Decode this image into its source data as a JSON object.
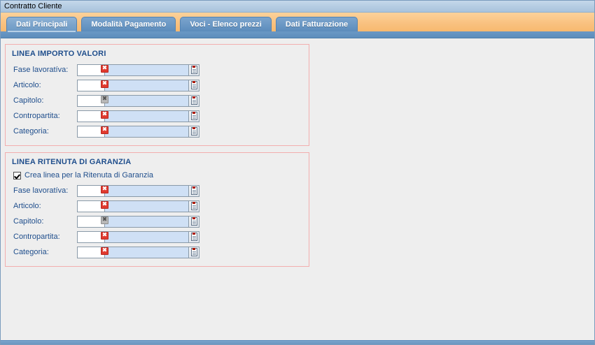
{
  "window": {
    "title": "Contratto Cliente"
  },
  "tabs": [
    {
      "label": "Dati Principali",
      "selected": true
    },
    {
      "label": "Modalità Pagamento",
      "selected": false
    },
    {
      "label": "Voci - Elenco prezzi",
      "selected": false
    },
    {
      "label": "Dati Fatturazione",
      "selected": false
    }
  ],
  "panels": [
    {
      "title": "LINEA IMPORTO VALORI",
      "checkbox": null,
      "fields": [
        {
          "label": "Fase lavoratíva:",
          "code": "",
          "description": "",
          "required": true,
          "lookup_icon": "clipboard-list-icon"
        },
        {
          "label": "Articolo:",
          "code": "",
          "description": "",
          "required": true,
          "lookup_icon": "clipboard-list-icon"
        },
        {
          "label": "Capitolo:",
          "code": "",
          "description": "",
          "required": false,
          "lookup_icon": "clipboard-list-icon"
        },
        {
          "label": "Contropartita:",
          "code": "",
          "description": "",
          "required": true,
          "lookup_icon": "clipboard-list-icon"
        },
        {
          "label": "Categoria:",
          "code": "",
          "description": "",
          "required": true,
          "lookup_icon": "clipboard-list-icon"
        }
      ]
    },
    {
      "title": "LINEA RITENUTA DI GARANZIA",
      "checkbox": {
        "label": "Crea linea per la Ritenuta di Garanzia",
        "checked": true
      },
      "fields": [
        {
          "label": "Fase lavoratíva:",
          "code": "",
          "description": "",
          "required": true,
          "lookup_icon": "clipboard-list-icon"
        },
        {
          "label": "Articolo:",
          "code": "",
          "description": "",
          "required": true,
          "lookup_icon": "clipboard-list-icon"
        },
        {
          "label": "Capitolo:",
          "code": "",
          "description": "",
          "required": false,
          "lookup_icon": "clipboard-list-icon"
        },
        {
          "label": "Contropartita:",
          "code": "",
          "description": "",
          "required": true,
          "lookup_icon": "clipboard-list-icon"
        },
        {
          "label": "Categoria:",
          "code": "",
          "description": "",
          "required": true,
          "lookup_icon": "clipboard-list-icon"
        }
      ]
    }
  ],
  "icons": {
    "required_glyph": "✖",
    "optional_glyph": "✖",
    "checkbox_glyph": "✔"
  },
  "colors": {
    "titlebar": "#b6cde3",
    "tabstrip": "#f9c281",
    "tab": "#6a97c4",
    "tab_selected": "#7aa3cb",
    "panel_border": "#f2aeae",
    "label_text": "#1f4e8c",
    "field_description_bg": "#cfe0f5",
    "required_badge": "#e03a2f",
    "optional_badge": "#b9b9b9",
    "content_bg": "#eeeeee"
  }
}
